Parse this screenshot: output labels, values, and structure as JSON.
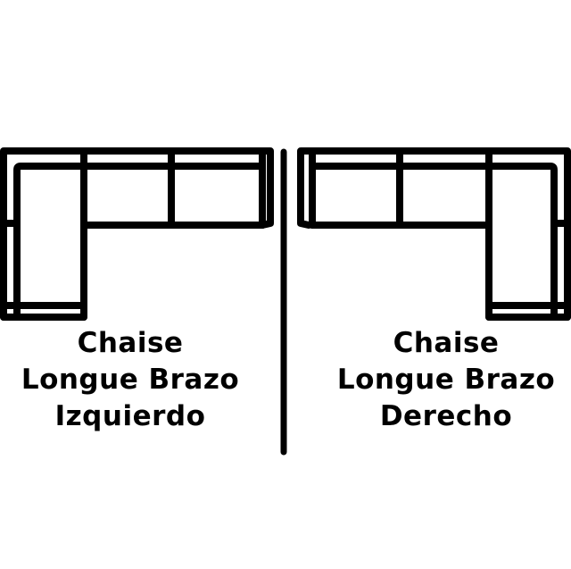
{
  "diagram": {
    "type": "sofa-configuration-comparison",
    "stroke_color": "#000000",
    "background_color": "#ffffff",
    "left": {
      "title_lines": [
        "Chaise",
        "Longue Brazo",
        "Izquierdo"
      ],
      "chaise_side": "left",
      "seat_cushions": 2
    },
    "right": {
      "title_lines": [
        "Chaise",
        "Longue Brazo",
        "Derecho"
      ],
      "chaise_side": "right",
      "seat_cushions": 2
    }
  }
}
